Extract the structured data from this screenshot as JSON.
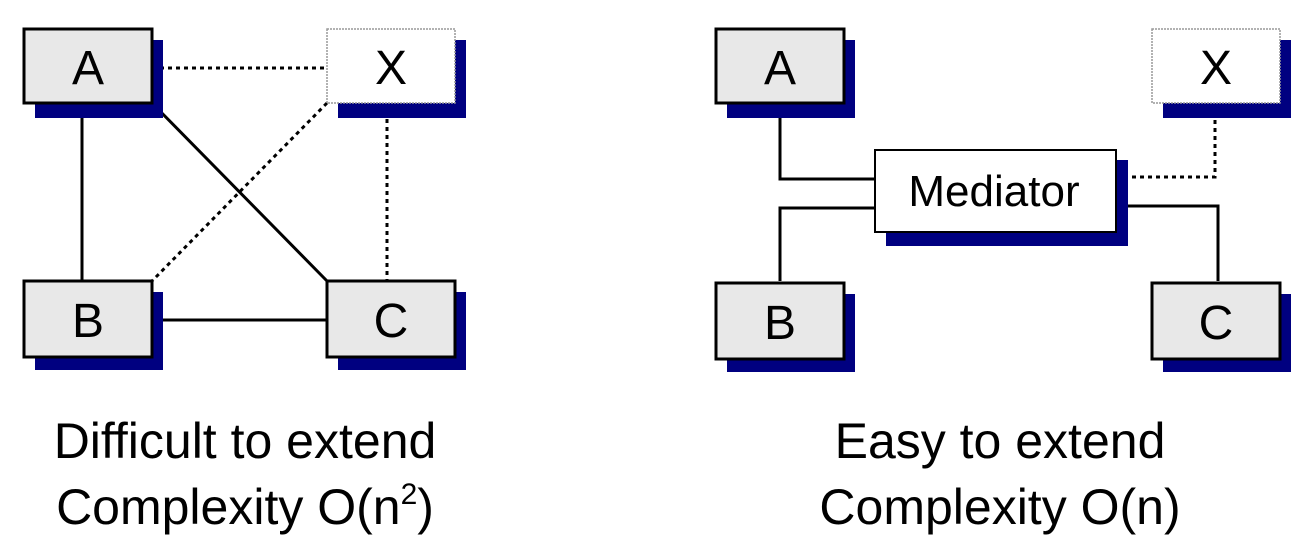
{
  "colors": {
    "box_fill": "#e8e8e8",
    "box_fill_white": "#ffffff",
    "shadow": "#000080",
    "line": "#000000"
  },
  "left_diagram": {
    "nodes": {
      "a": "A",
      "x": "X",
      "b": "B",
      "c": "C"
    },
    "caption": {
      "line1": "Difficult to extend",
      "line2_prefix": "Complexity O(n",
      "line2_sup": "2",
      "line2_suffix": ")"
    }
  },
  "right_diagram": {
    "nodes": {
      "a": "A",
      "x": "X",
      "b": "B",
      "c": "C",
      "mediator": "Mediator"
    },
    "caption": {
      "line1": "Easy to extend",
      "line2": "Complexity O(n)"
    }
  }
}
